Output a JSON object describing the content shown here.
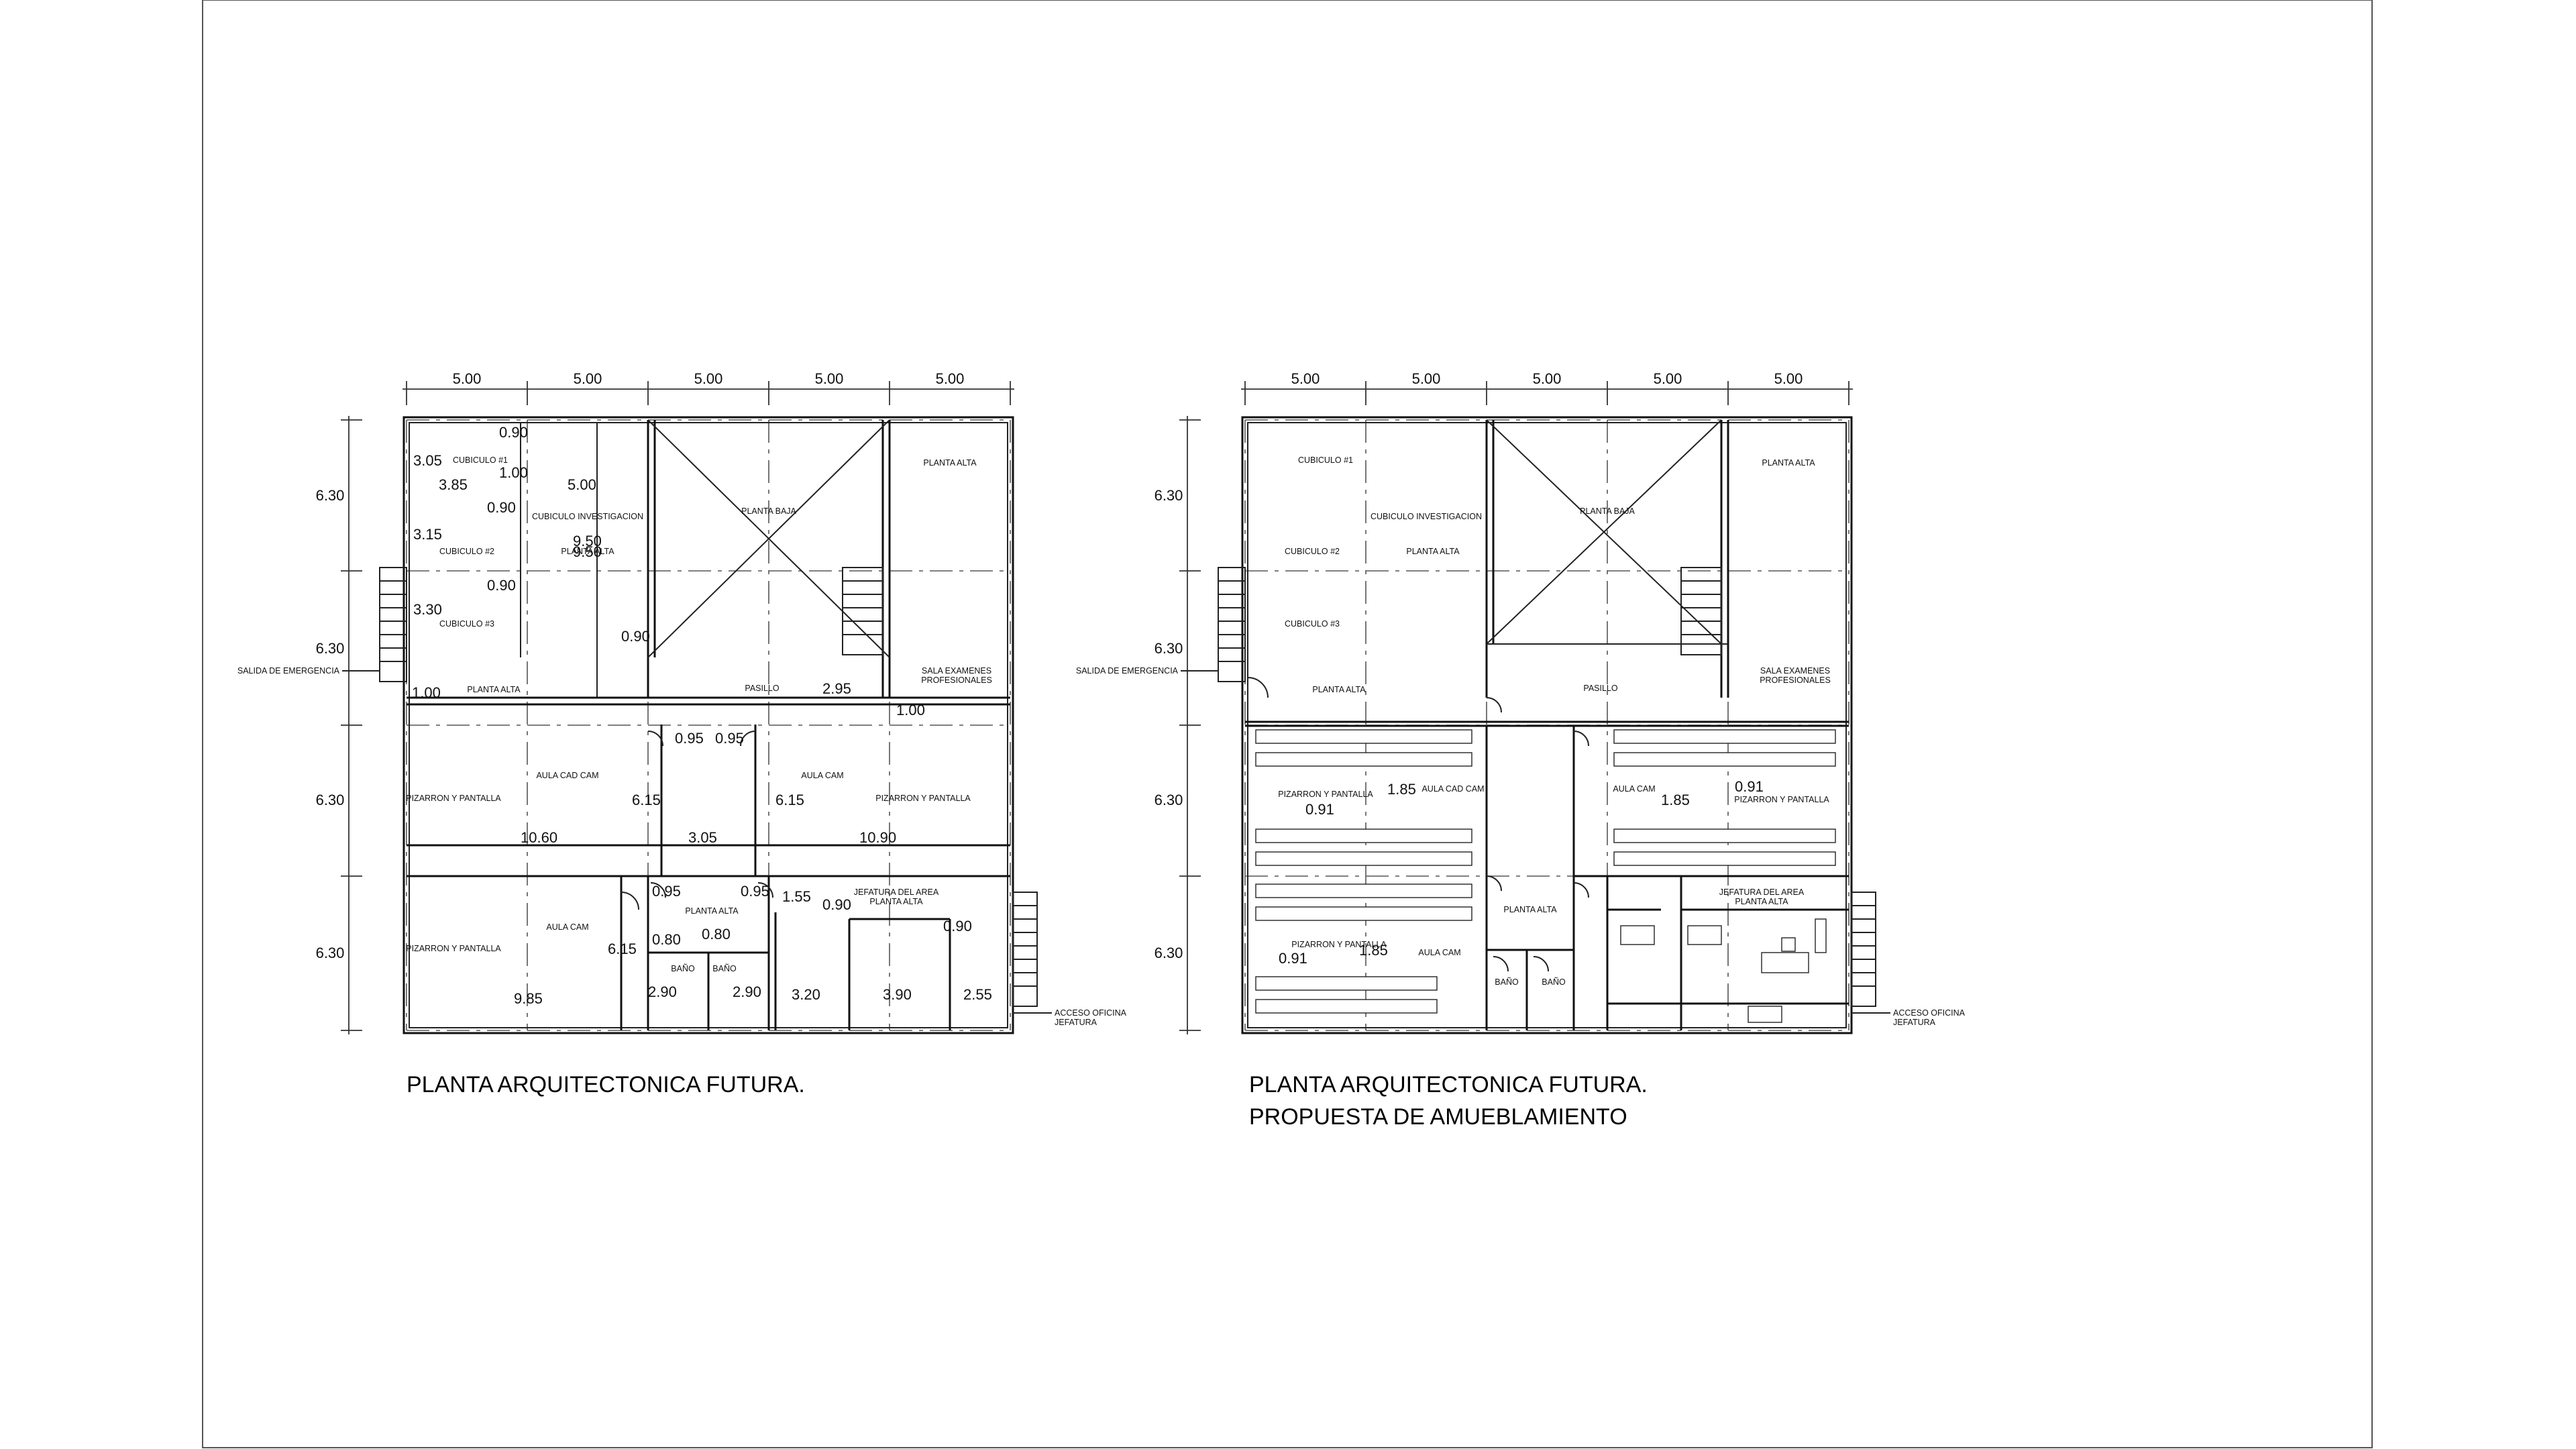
{
  "plans": [
    {
      "title_lines": [
        "PLANTA ARQUITECTONICA FUTURA."
      ],
      "top_dims": [
        "5.00",
        "5.00",
        "5.00",
        "5.00",
        "5.00"
      ],
      "left_dims": [
        "6.30",
        "6.30",
        "6.30",
        "6.30"
      ],
      "labels": {
        "planta_alta_tr": "PLANTA ALTA",
        "cubiculo1": "CUBICULO #1",
        "cubiculo_inv": "CUBICULO INVESTIGACION",
        "cubiculo2": "CUBICULO #2",
        "cubiculo3": "CUBICULO #3",
        "planta_alta_mid": "PLANTA ALTA",
        "planta_baja": "PLANTA BAJA",
        "salida": "SALIDA DE EMERGENCIA",
        "planta_alta_bl": "PLANTA ALTA",
        "pasillo": "PASILLO",
        "sala_ex1": "SALA EXAMENES",
        "sala_ex2": "PROFESIONALES",
        "aula_cad_cam": "AULA CAD CAM",
        "aula_cam_r": "AULA CAM",
        "pizarron_l": "PIZARRON Y PANTALLA",
        "pizarron_r": "PIZARRON Y PANTALLA",
        "aula_cam_b": "AULA CAM",
        "pizarron_b": "PIZARRON Y PANTALLA",
        "planta_alta_c": "PLANTA ALTA",
        "jefatura1": "JEFATURA DEL AREA",
        "jefatura2": "PLANTA ALTA",
        "bano1": "BAÑO",
        "bano2": "BAÑO",
        "acceso1": "ACCESO OFICINA",
        "acceso2": "JEFATURA"
      },
      "inner_dims": {
        "d090a": "0.90",
        "d305": "3.05",
        "d100a": "1.00",
        "d385": "3.85",
        "d500": "5.00",
        "d315": "3.15",
        "d090b": "0.90",
        "d950a": "9.50",
        "d950b": "9.50",
        "d090c": "0.90",
        "d330": "3.30",
        "d090d": "0.90",
        "d100b": "1.00",
        "d295": "2.95",
        "d100c": "1.00",
        "d095a": "0.95",
        "d095b": "0.95",
        "d615a": "6.15",
        "d615b": "6.15",
        "d1060": "10.60",
        "d305b": "3.05",
        "d1090": "10.90",
        "d095c": "0.95",
        "d095d": "0.95",
        "d155": "1.55",
        "d090e": "0.90",
        "d080a": "0.80",
        "d080b": "0.80",
        "d090f": "0.90",
        "d615c": "6.15",
        "d985": "9.85",
        "d290a": "2.90",
        "d290b": "2.90",
        "d320": "3.20",
        "d390": "3.90",
        "d255": "2.55"
      }
    },
    {
      "title_lines": [
        "PLANTA ARQUITECTONICA FUTURA.",
        "PROPUESTA DE AMUEBLAMIENTO"
      ],
      "top_dims": [
        "5.00",
        "5.00",
        "5.00",
        "5.00",
        "5.00"
      ],
      "left_dims": [
        "6.30",
        "6.30",
        "6.30",
        "6.30"
      ],
      "labels": {
        "cubiculo1": "CUBICULO #1",
        "cubiculo_inv": "CUBICULO INVESTIGACION",
        "planta_baja": "PLANTA BAJA",
        "planta_alta_tr": "PLANTA ALTA",
        "cubiculo2": "CUBICULO #2",
        "planta_alta_mid": "PLANTA ALTA",
        "cubiculo3": "CUBICULO #3",
        "salida": "SALIDA DE EMERGENCIA",
        "planta_alta_bl": "PLANTA ALTA",
        "pasillo": "PASILLO",
        "sala_ex1": "SALA EXAMENES",
        "sala_ex2": "PROFESIONALES",
        "pizarron_l": "PIZARRON Y PANTALLA",
        "aula_cad_cam": "AULA CAD CAM",
        "aula_cam_r": "AULA CAM",
        "pizarron_r": "PIZARRON Y PANTALLA",
        "planta_alta_c": "PLANTA ALTA",
        "jefatura1": "JEFATURA DEL AREA",
        "jefatura2": "PLANTA ALTA",
        "pizarron_b": "PIZARRON Y PANTALLA",
        "aula_cam_b": "AULA CAM",
        "bano1": "BAÑO",
        "bano2": "BAÑO",
        "acceso1": "ACCESO OFICINA",
        "acceso2": "JEFATURA"
      },
      "inner_dims": {
        "d185a": "1.85",
        "d091a": "0.91",
        "d185b": "1.85",
        "d091b": "0.91",
        "d091c": "0.91",
        "d185c": "1.85"
      }
    }
  ]
}
